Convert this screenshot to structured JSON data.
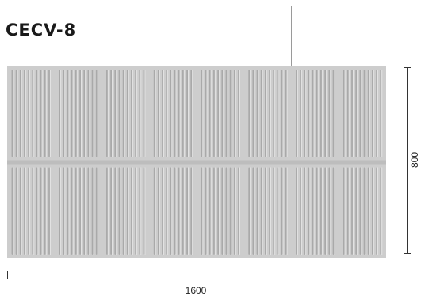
{
  "product": {
    "title": "CECV-8"
  },
  "dimensions": {
    "width_label": "1600",
    "height_label": "800"
  },
  "panel": {
    "columns": 8,
    "rows": 2,
    "grooves_per_tile": 10,
    "colors": {
      "felt": "#cdcdcd",
      "groove": "#a9a9a9",
      "highlight": "#e2e2e2",
      "seam": "#bdbdbd"
    }
  }
}
